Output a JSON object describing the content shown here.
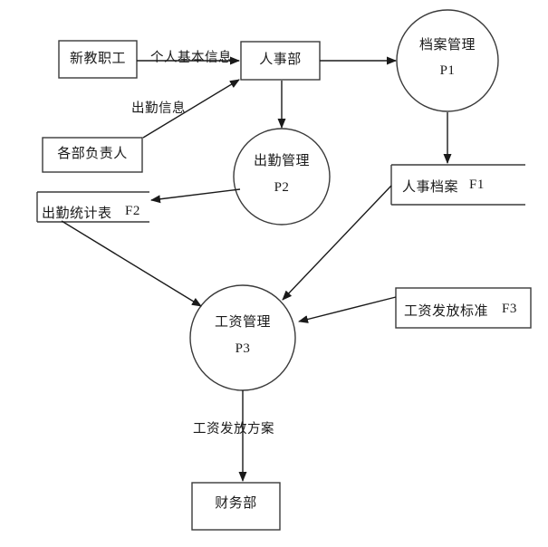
{
  "diagram": {
    "type": "data-flow-diagram",
    "stroke_color": "#3a3a3a",
    "text_color": "#1a1a1a",
    "background": "#ffffff",
    "externals": [
      {
        "id": "new-staff",
        "label": "新教职工",
        "shape": "rectangle"
      },
      {
        "id": "hr-dept",
        "label": "人事部",
        "shape": "rectangle"
      },
      {
        "id": "dept-heads",
        "label": "各部负责人",
        "shape": "rectangle"
      },
      {
        "id": "finance-dept",
        "label": "财务部",
        "shape": "rectangle"
      }
    ],
    "processes": [
      {
        "id": "p1",
        "name": "档案管理",
        "code": "P1",
        "shape": "circle"
      },
      {
        "id": "p2",
        "name": "出勤管理",
        "code": "P2",
        "shape": "circle"
      },
      {
        "id": "p3",
        "name": "工资管理",
        "code": "P3",
        "shape": "circle"
      }
    ],
    "datastores": [
      {
        "id": "f1",
        "name": "人事档案",
        "code": "F1",
        "shape": "open-rectangle"
      },
      {
        "id": "f2",
        "name": "出勤统计表",
        "code": "F2",
        "shape": "open-rectangle"
      },
      {
        "id": "f3",
        "name": "工资发放标准",
        "code": "F3",
        "shape": "rectangle"
      }
    ],
    "flows": [
      {
        "id": "flow-personal-info",
        "label": "个人基本信息",
        "from": "new-staff",
        "to": "hr-dept"
      },
      {
        "id": "flow-attendance-info",
        "label": "出勤信息",
        "from": "dept-heads",
        "to": "hr-dept"
      },
      {
        "id": "flow-hr-to-p1",
        "label": "",
        "from": "hr-dept",
        "to": "p1"
      },
      {
        "id": "flow-hr-to-p2",
        "label": "",
        "from": "hr-dept",
        "to": "p2"
      },
      {
        "id": "flow-p1-to-f1",
        "label": "",
        "from": "p1",
        "to": "f1"
      },
      {
        "id": "flow-p2-to-f2",
        "label": "",
        "from": "p2",
        "to": "f2"
      },
      {
        "id": "flow-f2-to-p3",
        "label": "",
        "from": "f2",
        "to": "p3"
      },
      {
        "id": "flow-f1-to-p3",
        "label": "",
        "from": "f1",
        "to": "p3"
      },
      {
        "id": "flow-f3-to-p3",
        "label": "",
        "from": "f3",
        "to": "p3"
      },
      {
        "id": "flow-salary-plan",
        "label": "工资发放方案",
        "from": "p3",
        "to": "finance-dept"
      }
    ]
  }
}
